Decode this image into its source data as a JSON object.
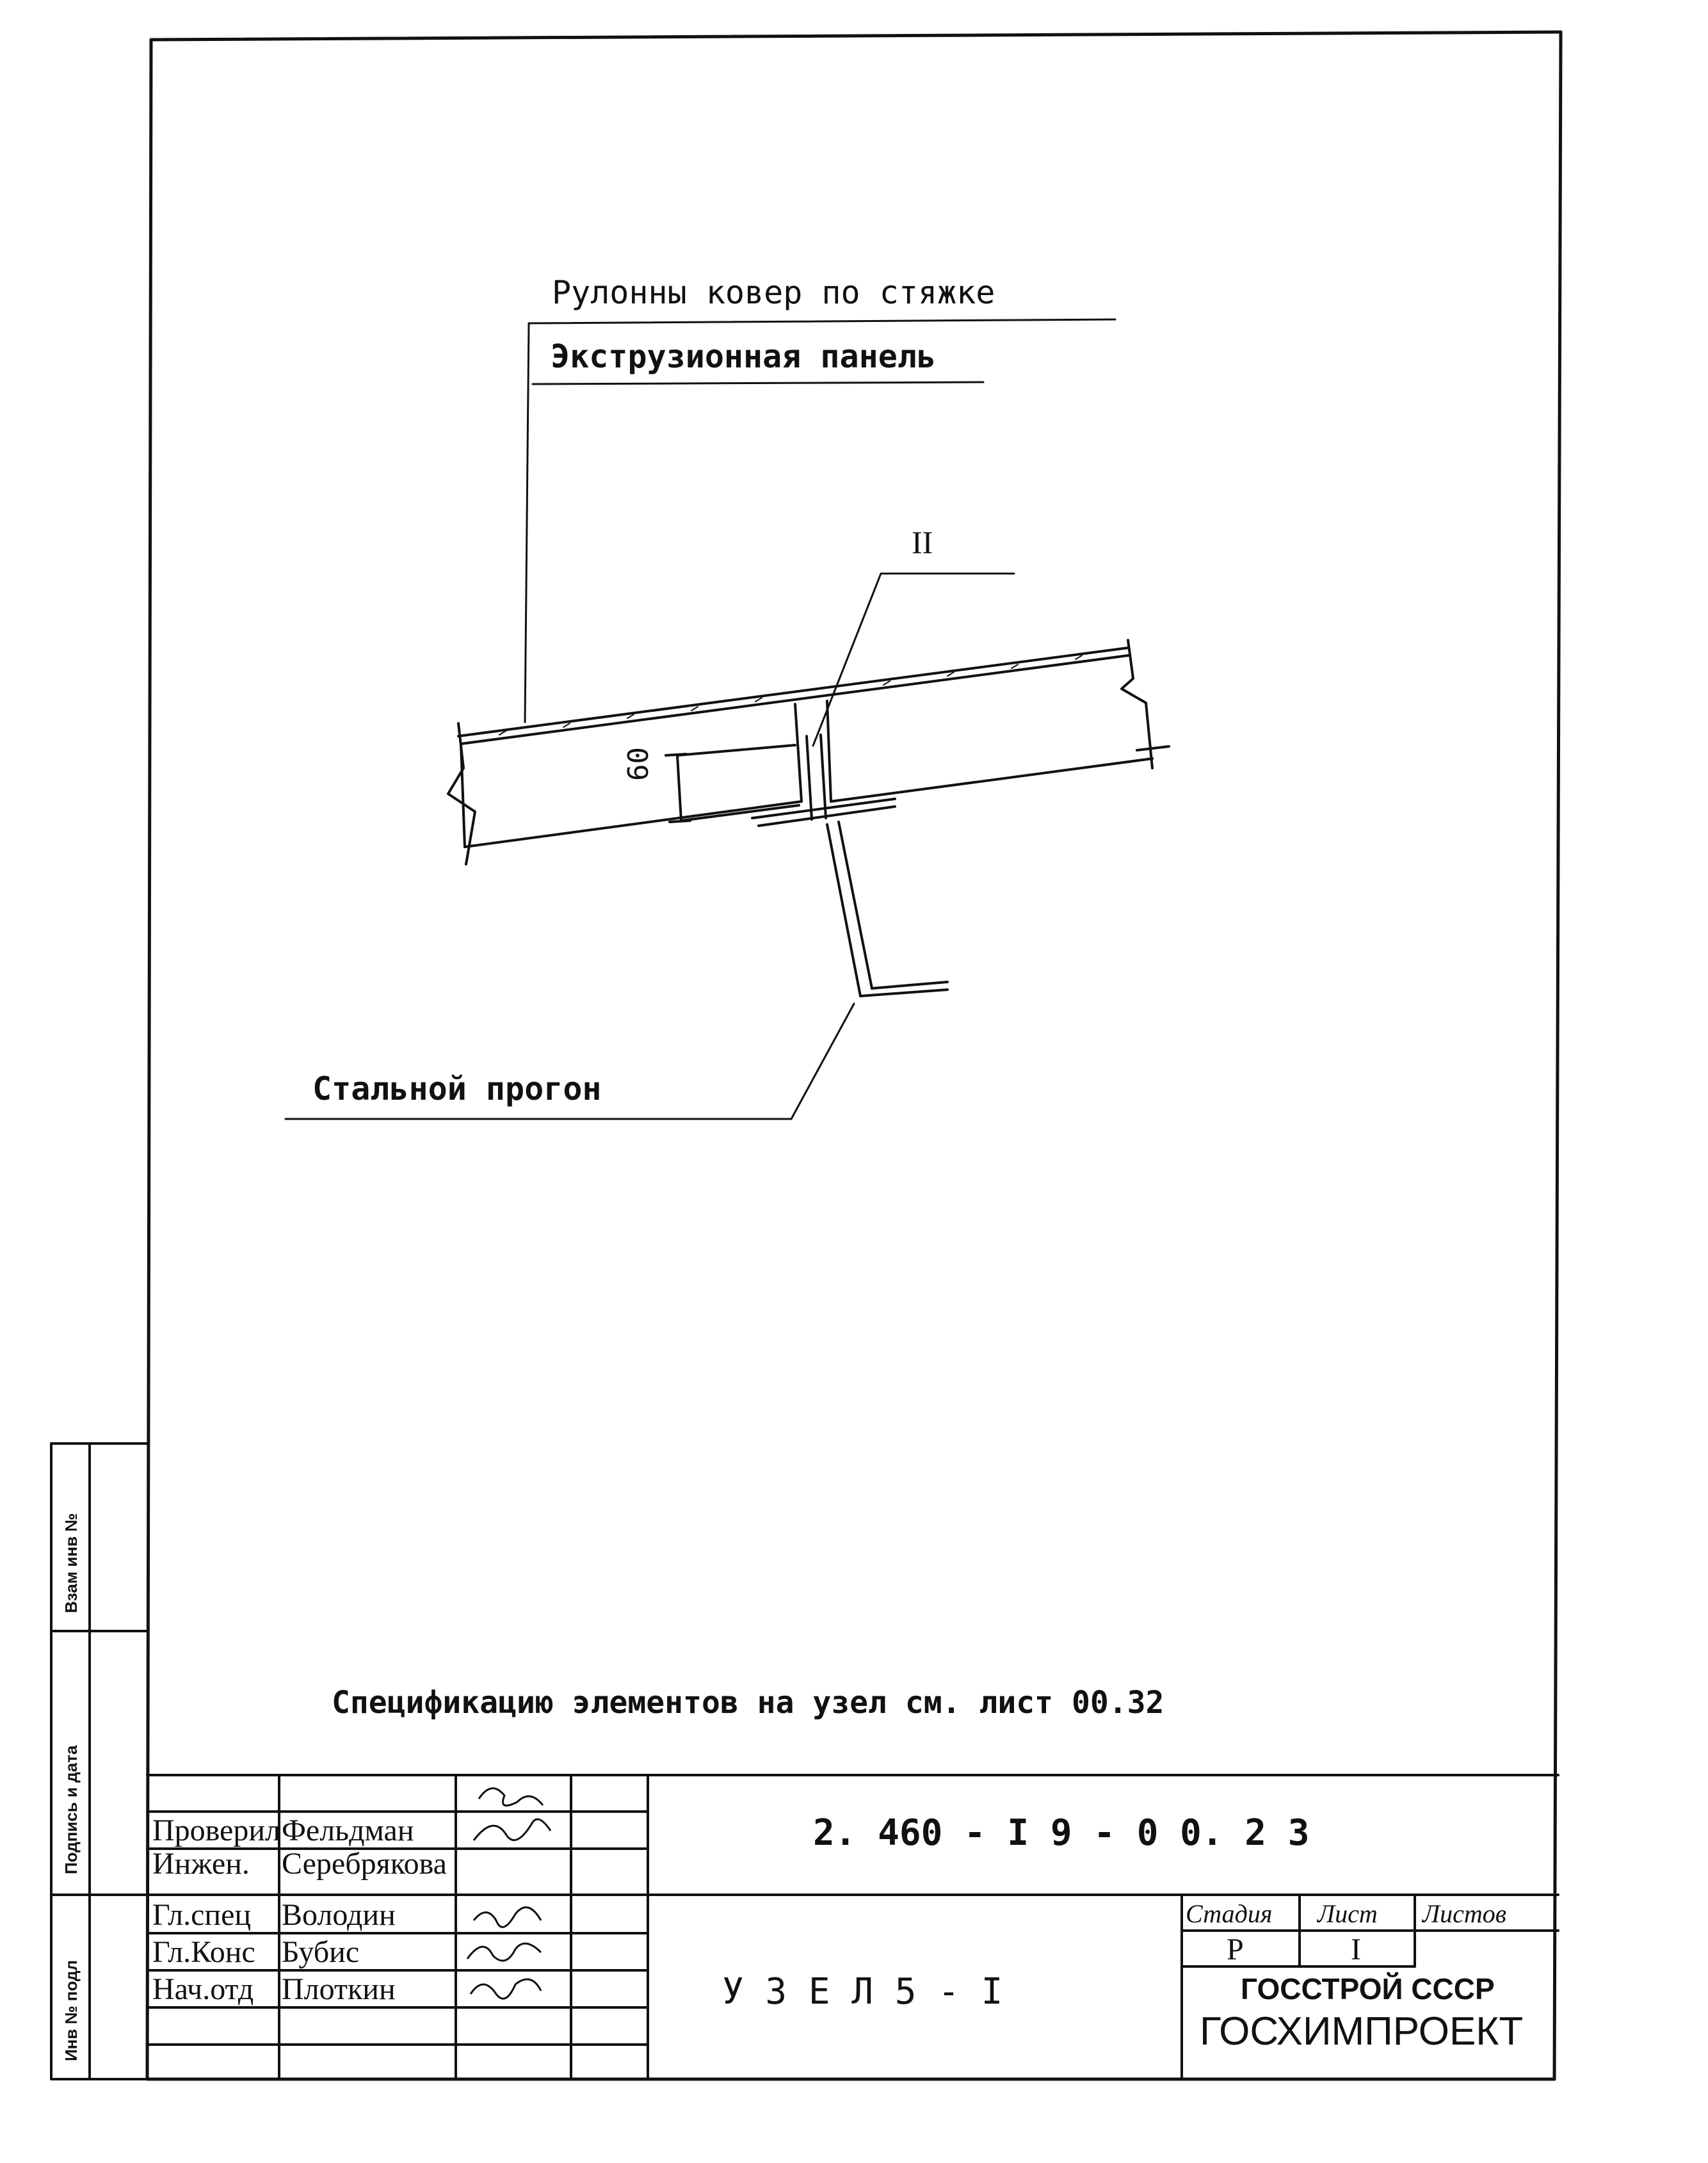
{
  "drawing": {
    "label_roll_cover": "Рулонны   ковер  по  стяжке",
    "label_panel": "Экструзионная  панель",
    "label_weld": "II",
    "label_dimension": "60",
    "label_purlin": "Стальной  прогон",
    "note": "Спецификацию элементов на узел см. лист 00.32"
  },
  "side_stamp": {
    "cell_1": "Взам инв №",
    "cell_2": "Подпись и дата",
    "cell_3": "Инв № подл"
  },
  "title_block": {
    "doc_number": "2. 460 - I 9  -  0 0. 2 3",
    "node_title": "У З Е Л    5 - I",
    "people": [
      {
        "role": "Проверил",
        "name": "Фельдман"
      },
      {
        "role": "Инжен.",
        "name": "Серебрякова"
      },
      {
        "role": "Гл.спец",
        "name": "Володин"
      },
      {
        "role": "Гл.Конс",
        "name": "Бубис"
      },
      {
        "role": "Нач.отд",
        "name": "Плоткин"
      }
    ],
    "stage_header": "Стадия",
    "sheet_header": "Лист",
    "sheets_header": "Листов",
    "stage_value": "Р",
    "sheet_value": "I",
    "sheets_value": "",
    "org_line1": "ГОССТРОЙ СССР",
    "org_line2": "ГОСХИМПРОЕКТ"
  }
}
